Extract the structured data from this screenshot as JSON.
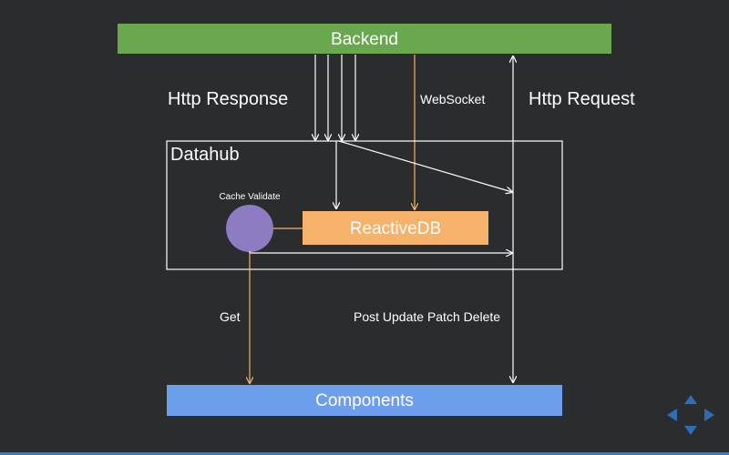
{
  "diagram": {
    "backend_label": "Backend",
    "datahub_label": "Datahub",
    "reactivedb_label": "ReactiveDB",
    "components_label": "Components",
    "cache_validate_label": "Cache Validate",
    "http_response_label": "Http Response",
    "http_request_label": "Http Request",
    "websocket_label": "WebSocket",
    "get_label": "Get",
    "post_update_label": "Post Update Patch Delete"
  },
  "colors": {
    "background": "#2b2c2e",
    "backend": "#6aa84f",
    "reactivedb": "#f6b26b",
    "components": "#6d9eeb",
    "cache": "#8e7cc3",
    "arrow_white": "#ffffff",
    "arrow_orange": "#f6b26b",
    "nav": "#2f6db5"
  },
  "navigation": {
    "up_icon": "triangle-up-icon",
    "down_icon": "triangle-down-icon",
    "left_icon": "triangle-left-icon",
    "right_icon": "triangle-right-icon"
  },
  "progress": {
    "fraction": 1.0
  }
}
